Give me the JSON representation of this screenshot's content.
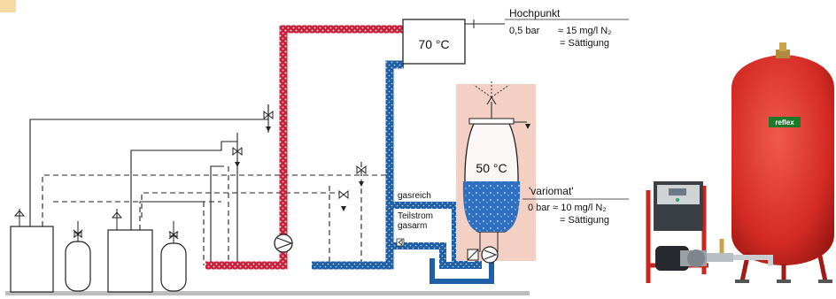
{
  "labels": {
    "hot_box_temp": "70 °C",
    "tank_temp": "50 °C",
    "hochpunkt": "Hochpunkt",
    "hochpunkt_pressure": "0,5 bar",
    "hochpunkt_conc": "≈ 15 mg/l N₂",
    "hochpunkt_sat": "= Sättigung",
    "variomat": "'variomat'",
    "variomat_pressure": "0 bar ≈ 10 mg/l N₂",
    "variomat_sat": "= Sättigung",
    "gasreich": "gasreich",
    "teilstrom": "Teilstrom",
    "gasarm": "gasarm",
    "brand": "reflex"
  },
  "colors": {
    "hot_pipe": "#c8203a",
    "cold_pipe": "#1f5fa8",
    "tank_highlight": "#f3cfc4",
    "product_red": "#d9322a",
    "corner_tag": "#f6d9a3"
  }
}
